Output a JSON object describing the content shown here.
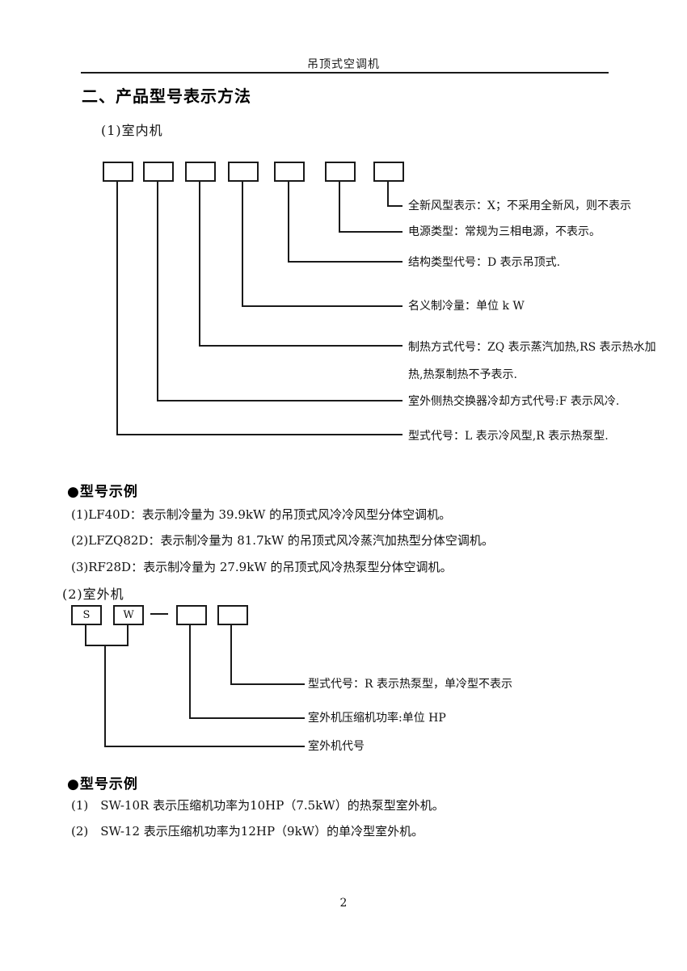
{
  "header": {
    "doc_title": "吊顶式空调机"
  },
  "title": "二、产品型号表示方法",
  "indoor": {
    "heading": "(1)室内机",
    "labels": [
      {
        "text": "全新风型表示：X；不采用全新风，则不表示"
      },
      {
        "text": "电源类型：常规为三相电源，不表示。"
      },
      {
        "text": "结构类型代号：D 表示吊顶式."
      },
      {
        "text": "名义制冷量：单位 k W"
      },
      {
        "text": "制热方式代号：ZQ 表示蒸汽加热,RS 表示热水加",
        "text2": "热,热泵制热不予表示."
      },
      {
        "text": "室外侧热交换器冷却方式代号:F 表示风冷."
      },
      {
        "text": "型式代号：L 表示冷风型,R 表示热泵型."
      }
    ],
    "examples_heading": "●型号示例",
    "examples": [
      {
        "text": "(1)LF40D：表示制冷量为 39.9kW 的吊顶式风冷冷风型分体空调机。"
      },
      {
        "text": "(2)LFZQ82D：表示制冷量为 81.7kW 的吊顶式风冷蒸汽加热型分体空调机。"
      },
      {
        "text": "(3)RF28D：表示制冷量为 27.9kW 的吊顶式风冷热泵型分体空调机。"
      }
    ]
  },
  "outdoor": {
    "heading": "(2)室外机",
    "box1": "S",
    "box2": "W",
    "separator": "—",
    "labels": [
      {
        "text": "型式代号：R 表示热泵型，单冷型不表示"
      },
      {
        "text": "室外机压缩机功率:单位 HP"
      },
      {
        "text": "室外机代号"
      }
    ],
    "examples_heading": "●型号示例",
    "examples": [
      {
        "text": "(1)　SW-10R 表示压缩机功率为10HP（7.5kW）的热泵型室外机。"
      },
      {
        "text": "(2)　SW-12 表示压缩机功率为12HP（9kW）的单冷型室外机。"
      }
    ]
  },
  "footer": {
    "page_number": "2"
  }
}
